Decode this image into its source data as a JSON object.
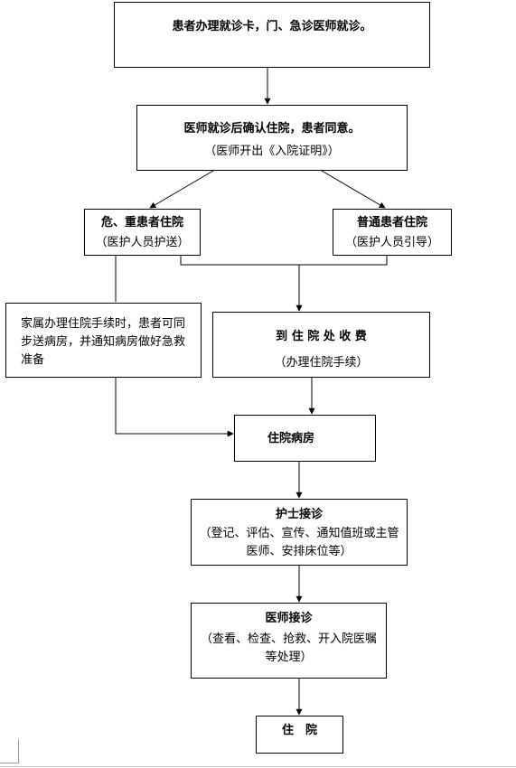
{
  "flowchart": {
    "step_register": "患者办理就诊卡，门、急诊医师就诊。",
    "step_confirm": {
      "title": "医师就诊后确认住院，患者同意。",
      "note": "（医师开出《入院证明》）"
    },
    "critical_patient": {
      "title": "危、重患者住院",
      "note": "（医护人员护送）"
    },
    "regular_patient": {
      "title": "普通患者住院",
      "note": "（医护人员引导）"
    },
    "family_note": "家属办理住院手续时，患者可同步送病房，并通知病房做好急救准备",
    "admission_office": {
      "title": "到 住 院 处 收 费",
      "note": "（办理住院手续）"
    },
    "ward": "住院病房",
    "nurse": {
      "title": "护士接诊",
      "note": "（登记、评估、宣传、通知值班或主管医师、安排床位等）"
    },
    "doctor": {
      "title": "医师接诊",
      "note": "（查看、检查、抢救、开入院医嘱等处理）"
    },
    "final": "住　院"
  }
}
